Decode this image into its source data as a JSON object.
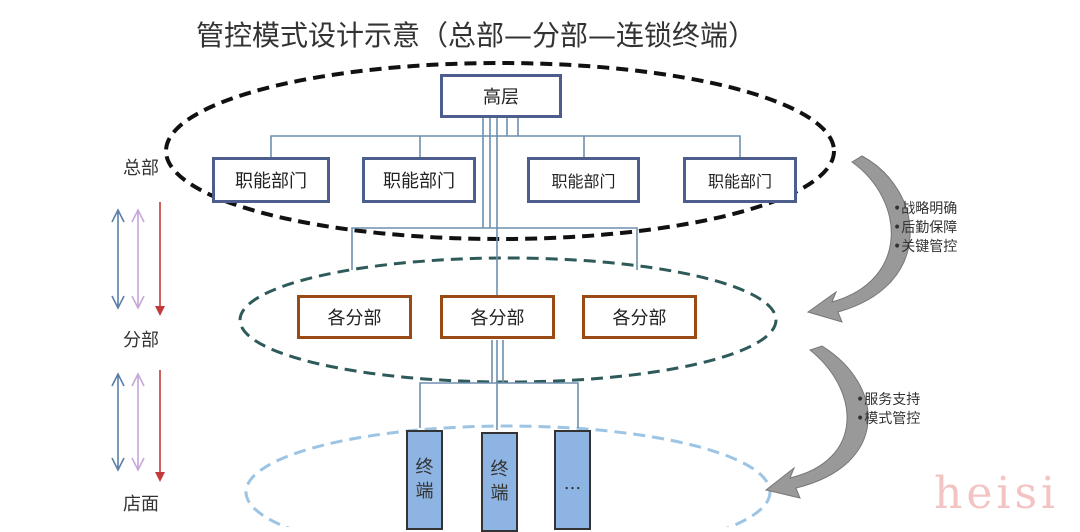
{
  "title": "管控模式设计示意（总部—分部—连锁终端）",
  "levels": {
    "hq": "总部",
    "branch": "分部",
    "store": "店面"
  },
  "top": "高层",
  "functions": [
    "职能部门",
    "职能部门",
    "职能部门",
    "职能部门"
  ],
  "branches": [
    "各分部",
    "各分部",
    "各分部"
  ],
  "terminals": [
    "终\n端",
    "终\n端",
    "..."
  ],
  "notes_upper": [
    "•战略明确",
    "•后勤保障",
    "•关键管控"
  ],
  "notes_lower": [
    "•服务支持",
    "•模式管控"
  ],
  "watermark": "heisi",
  "colors": {
    "hq_border": "#4d5d8c",
    "branch_border": "#9a4a14",
    "terminal_fill": "#8db4e2"
  }
}
